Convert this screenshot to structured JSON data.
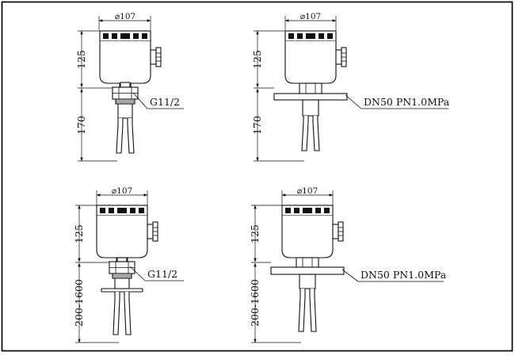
{
  "drawing": {
    "border_color": "#111111",
    "line_color": "#111111",
    "views": [
      {
        "id": "threaded-short",
        "diameter_label": "⌀107",
        "head_height_label": "125",
        "probe_length_label": "170",
        "connection_label": "G11/2",
        "connection_type": "thread"
      },
      {
        "id": "flanged-short",
        "diameter_label": "⌀107",
        "head_height_label": "125",
        "probe_length_label": "170",
        "connection_label": "DN50 PN1.0MPa",
        "connection_type": "flange"
      },
      {
        "id": "threaded-long",
        "diameter_label": "⌀107",
        "head_height_label": "125",
        "probe_length_label": "200-1600",
        "connection_label": "G11/2",
        "connection_type": "thread"
      },
      {
        "id": "flanged-long",
        "diameter_label": "⌀107",
        "head_height_label": "125",
        "probe_length_label": "200-1600",
        "connection_label": "DN50 PN1.0MPa",
        "connection_type": "flange"
      }
    ]
  }
}
